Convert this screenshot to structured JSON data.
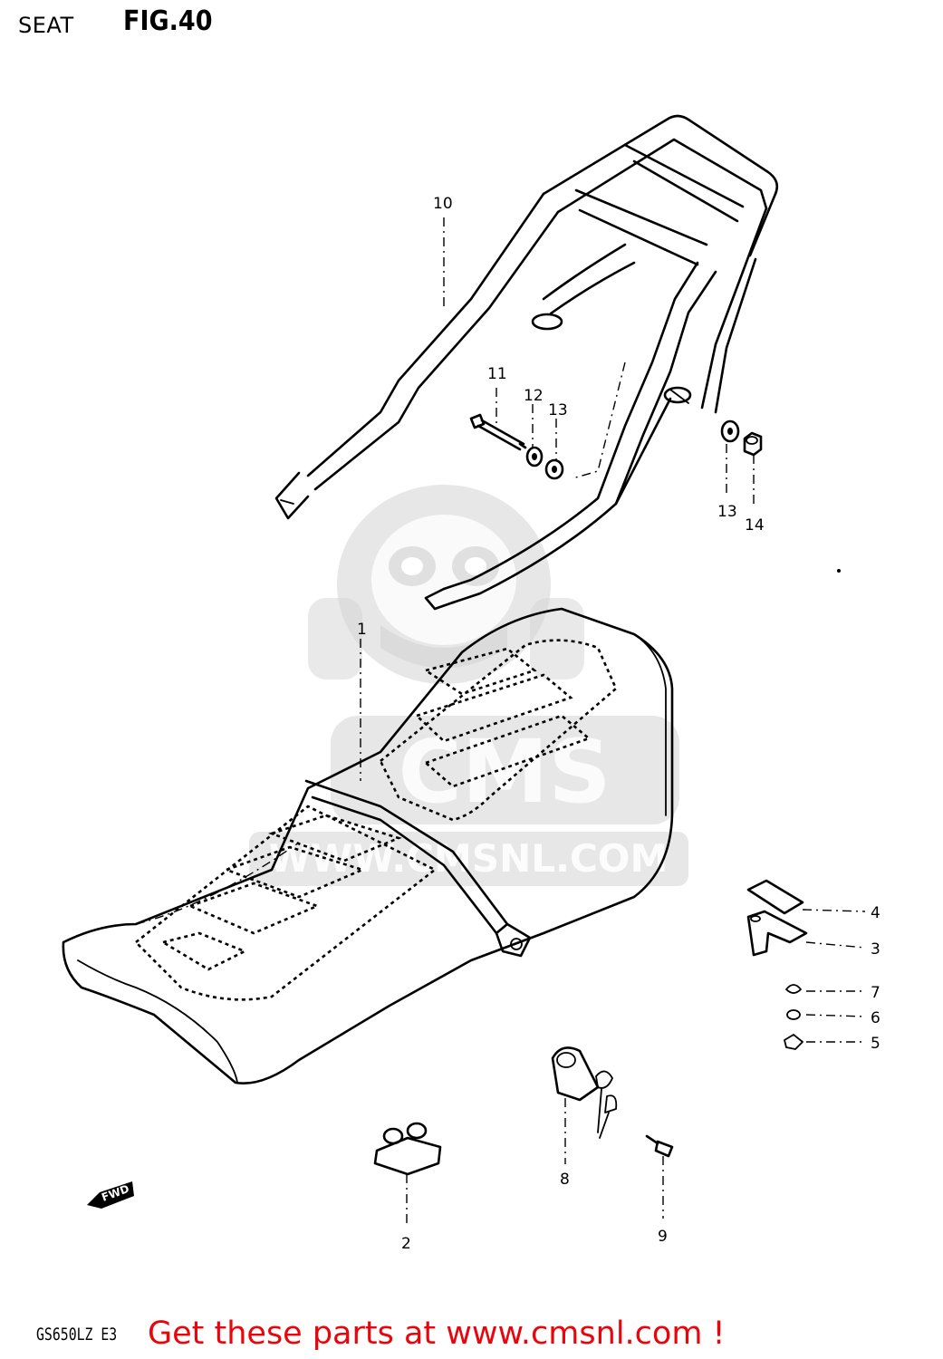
{
  "header": {
    "title": "SEAT",
    "figure": "FIG.40"
  },
  "watermark": {
    "text": "WWW.CMSNL.COM",
    "logo": "CMS",
    "color": "#d4d4d4"
  },
  "fwd_label": "FWD",
  "callouts": {
    "p1": "1",
    "p2": "2",
    "p3": "3",
    "p4": "4",
    "p5": "5",
    "p6": "6",
    "p7": "7",
    "p8": "8",
    "p9": "9",
    "p10": "10",
    "p11": "11",
    "p12": "12",
    "p13a": "13",
    "p13b": "13",
    "p14": "14"
  },
  "footer": {
    "model": "GS650LZ E3",
    "promo": "Get these parts at www.cmsnl.com !",
    "promo_color": "#e8050c"
  }
}
